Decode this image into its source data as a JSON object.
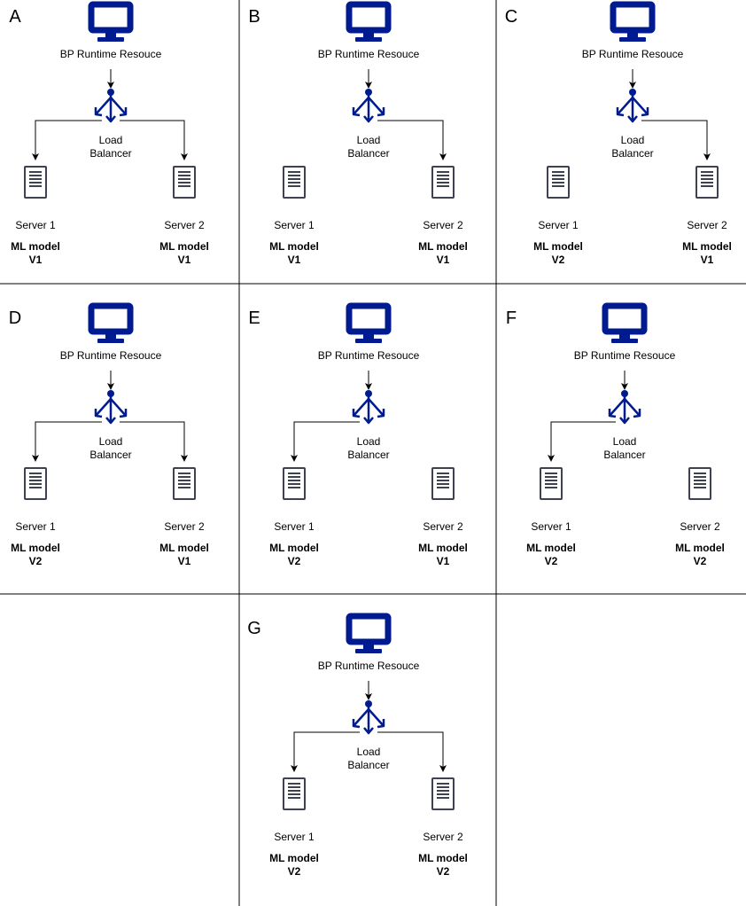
{
  "colors": {
    "icon": "#001b8f",
    "server": "#3d4150",
    "line": "#000000",
    "divider": "#000000"
  },
  "icons": {
    "client": "desktop-monitor-icon",
    "load_balancer": "load-balancer-icon",
    "server": "server-tower-icon"
  },
  "panels": [
    {
      "id": "a",
      "label": "A",
      "resource_label": "BP Runtime Resouce",
      "lb_label": [
        "Load",
        "Balancer"
      ],
      "routes": {
        "server1": true,
        "server2": true
      },
      "servers": [
        {
          "name": "Server 1",
          "model": [
            "ML model",
            "V1"
          ]
        },
        {
          "name": "Server 2",
          "model": [
            "ML model",
            "V1"
          ]
        }
      ]
    },
    {
      "id": "b",
      "label": "B",
      "resource_label": "BP Runtime Resouce",
      "lb_label": [
        "Load",
        "Balancer"
      ],
      "routes": {
        "server1": false,
        "server2": true
      },
      "servers": [
        {
          "name": "Server 1",
          "model": [
            "ML model",
            "V1"
          ]
        },
        {
          "name": "Server 2",
          "model": [
            "ML model",
            "V1"
          ]
        }
      ]
    },
    {
      "id": "c",
      "label": "C",
      "resource_label": "BP Runtime Resouce",
      "lb_label": [
        "Load",
        "Balancer"
      ],
      "routes": {
        "server1": false,
        "server2": true
      },
      "servers": [
        {
          "name": "Server 1",
          "model": [
            "ML model",
            "V2"
          ]
        },
        {
          "name": "Server 2",
          "model": [
            "ML model",
            "V1"
          ]
        }
      ]
    },
    {
      "id": "d",
      "label": "D",
      "resource_label": "BP Runtime Resouce",
      "lb_label": [
        "Load",
        "Balancer"
      ],
      "routes": {
        "server1": true,
        "server2": true
      },
      "servers": [
        {
          "name": "Server 1",
          "model": [
            "ML model",
            "V2"
          ]
        },
        {
          "name": "Server 2",
          "model": [
            "ML model",
            "V1"
          ]
        }
      ]
    },
    {
      "id": "e",
      "label": "E",
      "resource_label": "BP Runtime Resouce",
      "lb_label": [
        "Load",
        "Balancer"
      ],
      "routes": {
        "server1": true,
        "server2": false
      },
      "servers": [
        {
          "name": "Server 1",
          "model": [
            "ML model",
            "V2"
          ]
        },
        {
          "name": "Server 2",
          "model": [
            "ML model",
            "V1"
          ]
        }
      ]
    },
    {
      "id": "f",
      "label": "F",
      "resource_label": "BP Runtime Resouce",
      "lb_label": [
        "Load",
        "Balancer"
      ],
      "routes": {
        "server1": true,
        "server2": false
      },
      "servers": [
        {
          "name": "Server 1",
          "model": [
            "ML model",
            "V2"
          ]
        },
        {
          "name": "Server 2",
          "model": [
            "ML model",
            "V2"
          ]
        }
      ]
    },
    {
      "id": "g",
      "label": "G",
      "resource_label": "BP Runtime Resouce",
      "lb_label": [
        "Load",
        "Balancer"
      ],
      "routes": {
        "server1": true,
        "server2": true
      },
      "servers": [
        {
          "name": "Server 1",
          "model": [
            "ML model",
            "V2"
          ]
        },
        {
          "name": "Server 2",
          "model": [
            "ML model",
            "V2"
          ]
        }
      ]
    }
  ]
}
